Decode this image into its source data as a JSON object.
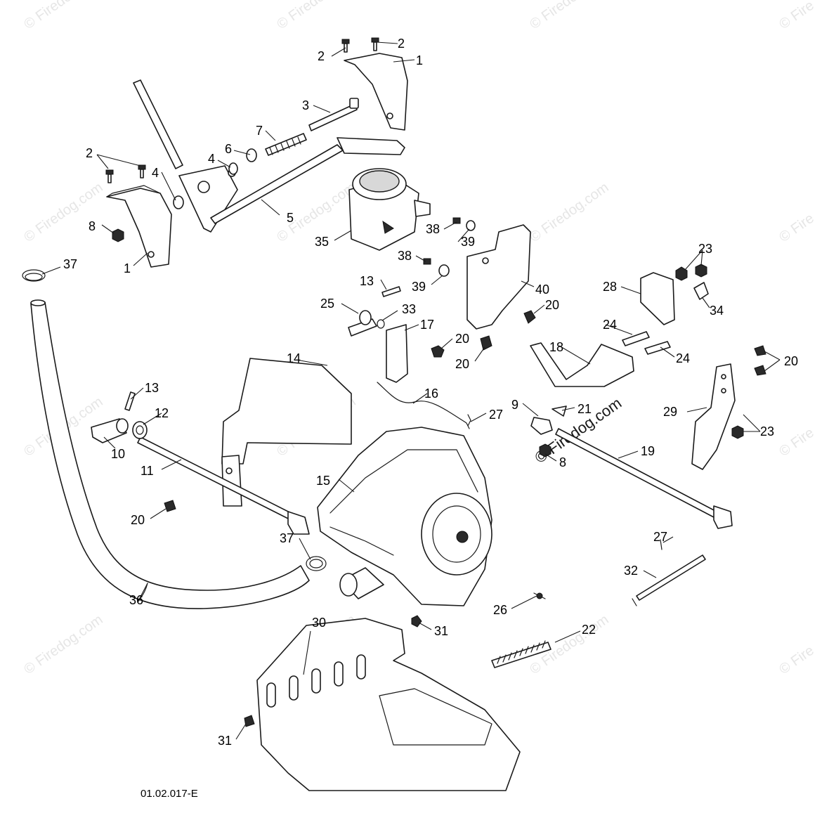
{
  "watermarks": {
    "small": "© Firedog.com",
    "edge": "© Fire",
    "edge_left": "dog.com",
    "center": "© Firedog.com"
  },
  "diagram_code": "01.02.017-E",
  "callouts": [
    "1",
    "2",
    "3",
    "4",
    "5",
    "6",
    "7",
    "8",
    "9",
    "10",
    "11",
    "12",
    "13",
    "14",
    "15",
    "16",
    "17",
    "18",
    "19",
    "20",
    "21",
    "22",
    "23",
    "24",
    "25",
    "26",
    "27",
    "28",
    "29",
    "30",
    "31",
    "32",
    "33",
    "34",
    "35",
    "36",
    "37",
    "38",
    "39",
    "40"
  ]
}
